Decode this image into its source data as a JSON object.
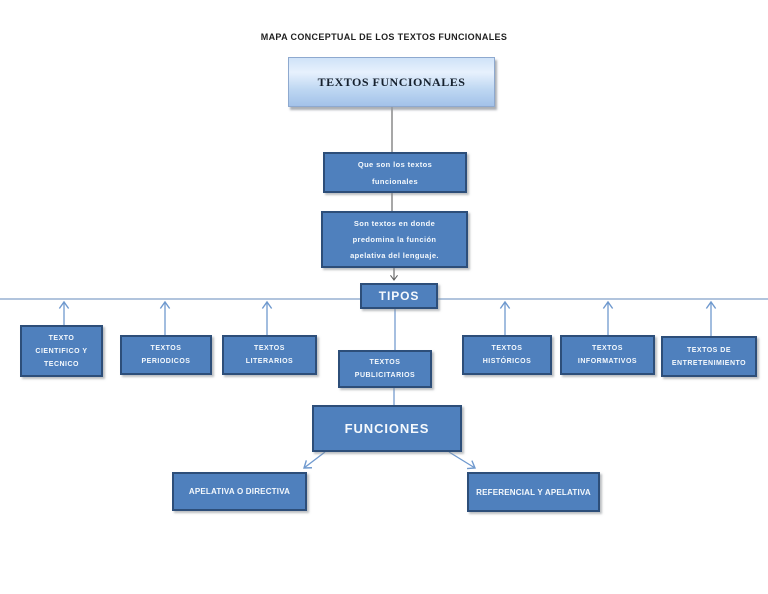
{
  "page": {
    "title": "MAPA CONCEPTUAL DE LOS TEXTOS FUNCIONALES"
  },
  "colors": {
    "node_fill": "#4f80bd",
    "node_border": "#2d4e79",
    "root_fill_top": "#cfe2f8",
    "root_fill_mid": "#e7f1fd",
    "root_fill_bottom": "#a3c2e9",
    "root_border": "#8ea9cf",
    "connector_blue": "#6f99ce",
    "connector_blue_light": "#8fafd8",
    "connector_gray": "#5f5f5f",
    "baseline": "#a6bcd8",
    "text_light": "#f5f9fd",
    "text_dark": "#16212e",
    "title_color": "#1f1f1f"
  },
  "diagram": {
    "root": {
      "label": "TEXTOS FUNCIONALES"
    },
    "question": {
      "label": "Que son los textos\nfuncionales"
    },
    "definition": {
      "label": "Son textos en donde\npredomina la función\napelativa del lenguaje."
    },
    "types_header": {
      "label": "TIPOS"
    },
    "types": [
      {
        "label": "TEXTO\nCIENTIFICO Y\nTECNICO"
      },
      {
        "label": "TEXTOS\nPERIODICOS"
      },
      {
        "label": "TEXTOS\nLITERARIOS"
      },
      {
        "label": "TEXTOS\nPUBLICITARIOS"
      },
      {
        "label": "TEXTOS\nHISTÓRICOS"
      },
      {
        "label": "TEXTOS\nINFORMATIVOS"
      },
      {
        "label": "TEXTOS DE\nENTRETENIMIENTO"
      }
    ],
    "functions_header": {
      "label": "FUNCIONES"
    },
    "functions": [
      {
        "label": "APELATIVA O DIRECTIVA"
      },
      {
        "label": "REFERENCIAL Y APELATIVA"
      }
    ]
  }
}
